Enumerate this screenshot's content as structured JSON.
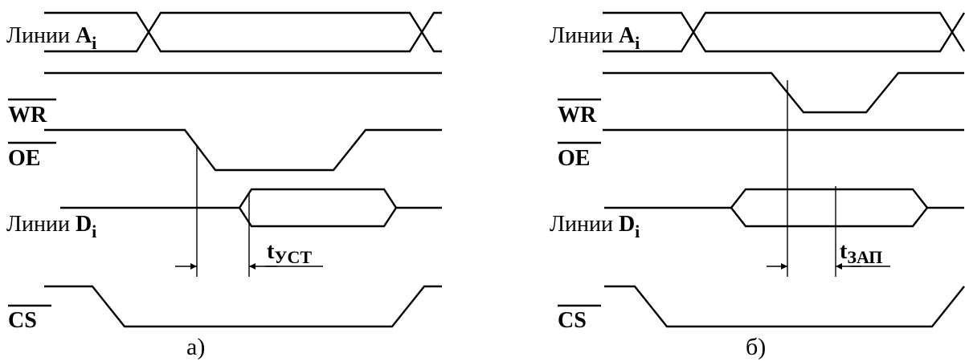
{
  "panel_a": {
    "caption": "а)",
    "addr": {
      "main": "Линии ",
      "letter": "A",
      "sub": "i"
    },
    "wr": "WR",
    "oe": "OE",
    "data": {
      "main": "Линии ",
      "letter": "D",
      "sub": "i"
    },
    "cs": "CS",
    "timing": {
      "t": "t",
      "sub": "УСТ"
    }
  },
  "panel_b": {
    "caption": "б)",
    "addr": {
      "main": "Линии ",
      "letter": "A",
      "sub": "i"
    },
    "wr": "WR",
    "oe": "OE",
    "data": {
      "main": "Линии ",
      "letter": "D",
      "sub": "i"
    },
    "cs": "CS",
    "timing": {
      "t": "t",
      "sub": "ЗАП"
    }
  }
}
